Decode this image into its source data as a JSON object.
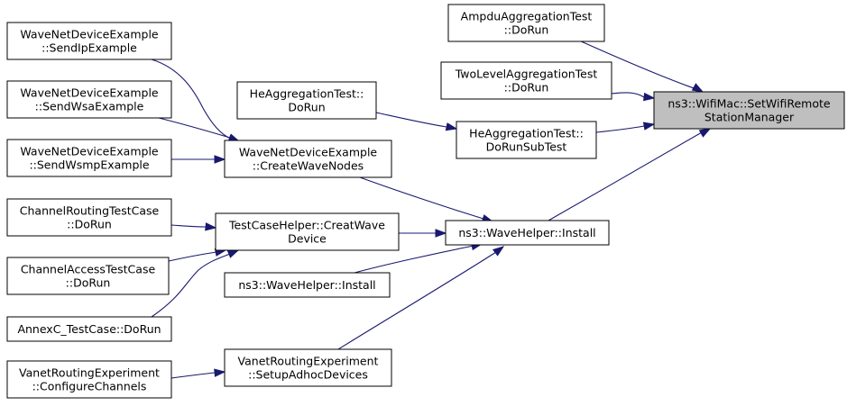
{
  "colors": {
    "edge": "#191970",
    "node_fill": "#ffffff",
    "focus_fill": "#bfbfbf",
    "border": "#000000"
  },
  "nodes": {
    "wnde_sendip": [
      "WaveNetDeviceExample",
      "::SendIpExample"
    ],
    "wnde_sendwsa": [
      "WaveNetDeviceExample",
      "::SendWsaExample"
    ],
    "wnde_sendwsmp": [
      "WaveNetDeviceExample",
      "::SendWsmpExample"
    ],
    "channel_routing": [
      "ChannelRoutingTestCase",
      "::DoRun"
    ],
    "channel_access": [
      "ChannelAccessTestCase",
      "::DoRun"
    ],
    "annexc": [
      "AnnexC_TestCase::DoRun"
    ],
    "vanet_configure": [
      "VanetRoutingExperiment",
      "::ConfigureChannels"
    ],
    "he_agg_dorun": [
      "HeAggregationTest::",
      "DoRun"
    ],
    "wnde_create": [
      "WaveNetDeviceExample",
      "::CreateWaveNodes"
    ],
    "tch_creat": [
      "TestCaseHelper::CreatWave",
      "Device"
    ],
    "wave_install_left": [
      "ns3::WaveHelper::Install"
    ],
    "vanet_setup": [
      "VanetRoutingExperiment",
      "::SetupAdhocDevices"
    ],
    "ampdu": [
      "AmpduAggregationTest",
      "::DoRun"
    ],
    "two_level": [
      "TwoLevelAggregationTest",
      "::DoRun"
    ],
    "he_agg_subtest": [
      "HeAggregationTest::",
      "DoRunSubTest"
    ],
    "wave_install": [
      "ns3::WaveHelper::Install"
    ],
    "wifimac": [
      "ns3::WifiMac::SetWifiRemote",
      "StationManager"
    ]
  },
  "edges": [
    [
      "ampdu",
      "wifimac"
    ],
    [
      "two_level",
      "wifimac"
    ],
    [
      "he_agg_subtest",
      "wifimac"
    ],
    [
      "wave_install",
      "wifimac"
    ],
    [
      "he_agg_dorun",
      "he_agg_subtest"
    ],
    [
      "wnde_create",
      "wave_install"
    ],
    [
      "tch_creat",
      "wave_install"
    ],
    [
      "wave_install_left",
      "wave_install"
    ],
    [
      "vanet_setup",
      "wave_install"
    ],
    [
      "wnde_sendip",
      "wnde_create"
    ],
    [
      "wnde_sendwsa",
      "wnde_create"
    ],
    [
      "wnde_sendwsmp",
      "wnde_create"
    ],
    [
      "channel_routing",
      "tch_creat"
    ],
    [
      "channel_access",
      "tch_creat"
    ],
    [
      "annexc",
      "tch_creat"
    ],
    [
      "vanet_configure",
      "vanet_setup"
    ]
  ]
}
